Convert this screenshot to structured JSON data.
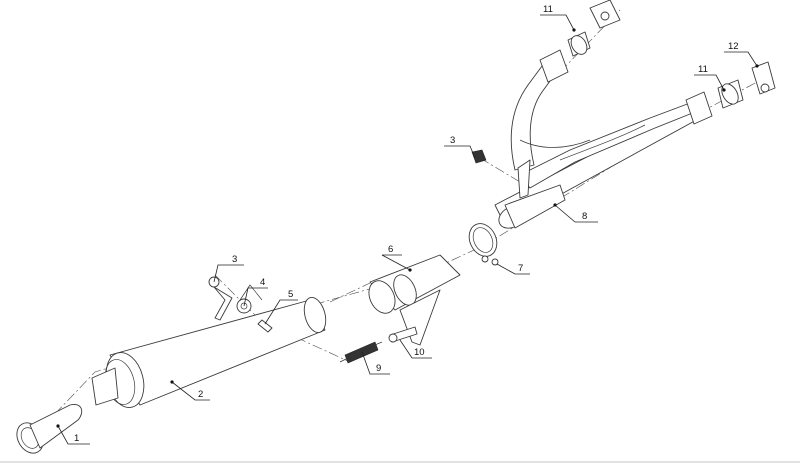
{
  "callouts": [
    {
      "id": "c1",
      "number": "1"
    },
    {
      "id": "c2",
      "number": "2"
    },
    {
      "id": "c3a",
      "number": "3"
    },
    {
      "id": "c4",
      "number": "4"
    },
    {
      "id": "c5",
      "number": "5"
    },
    {
      "id": "c6",
      "number": "6"
    },
    {
      "id": "c7",
      "number": "7"
    },
    {
      "id": "c8",
      "number": "8"
    },
    {
      "id": "c9",
      "number": "9"
    },
    {
      "id": "c10",
      "number": "10"
    },
    {
      "id": "c3b",
      "number": "3"
    },
    {
      "id": "c11a",
      "number": "11"
    },
    {
      "id": "c11b",
      "number": "11"
    },
    {
      "id": "c12",
      "number": "12"
    }
  ]
}
